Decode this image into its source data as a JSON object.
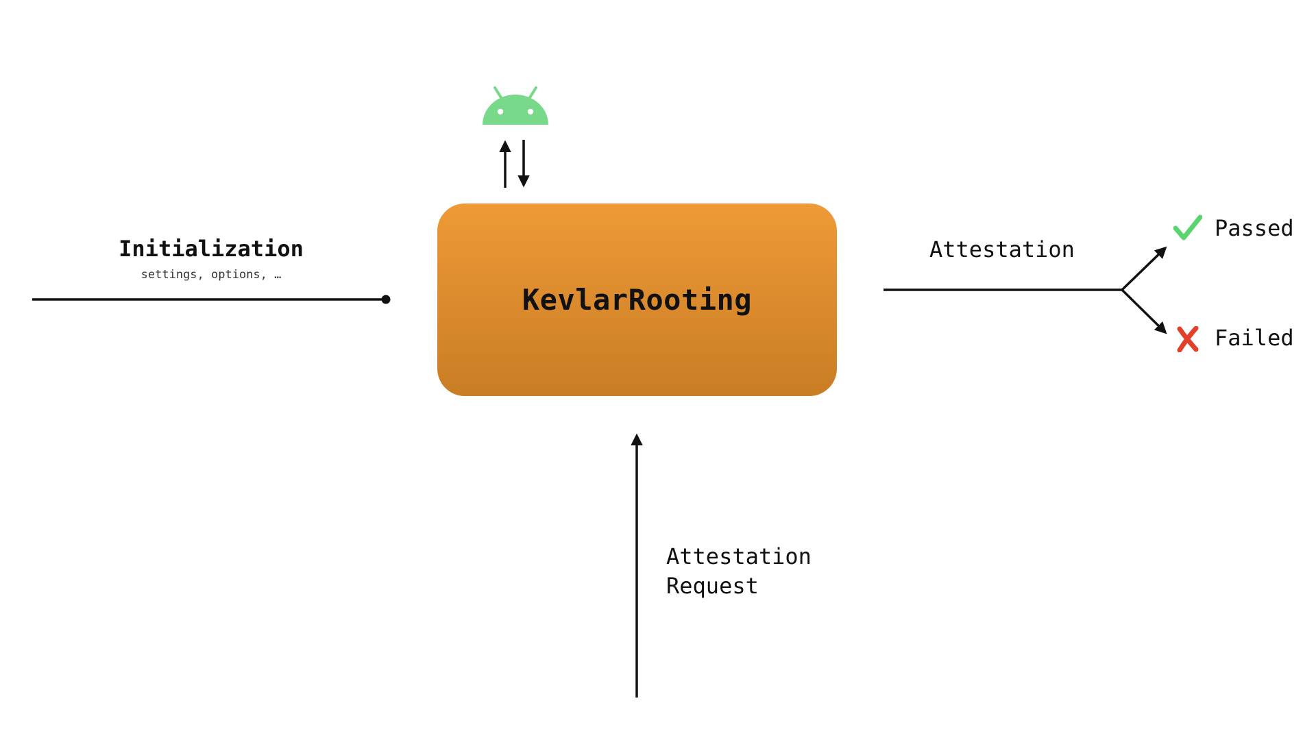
{
  "core": {
    "label": "KevlarRooting",
    "gradient_top": "#ee9a37",
    "gradient_bottom": "#c97d24"
  },
  "input": {
    "title": "Initialization",
    "subtitle": "settings, options, …"
  },
  "output": {
    "title": "Attestation",
    "results": [
      {
        "label": "Passed",
        "icon": "check-icon",
        "color": "#5ad46e"
      },
      {
        "label": "Failed",
        "icon": "cross-icon",
        "color": "#e2402b"
      }
    ]
  },
  "request": {
    "line1": "Attestation",
    "line2": "Request"
  },
  "platform": {
    "icon": "android-icon",
    "color": "#78d98b"
  }
}
